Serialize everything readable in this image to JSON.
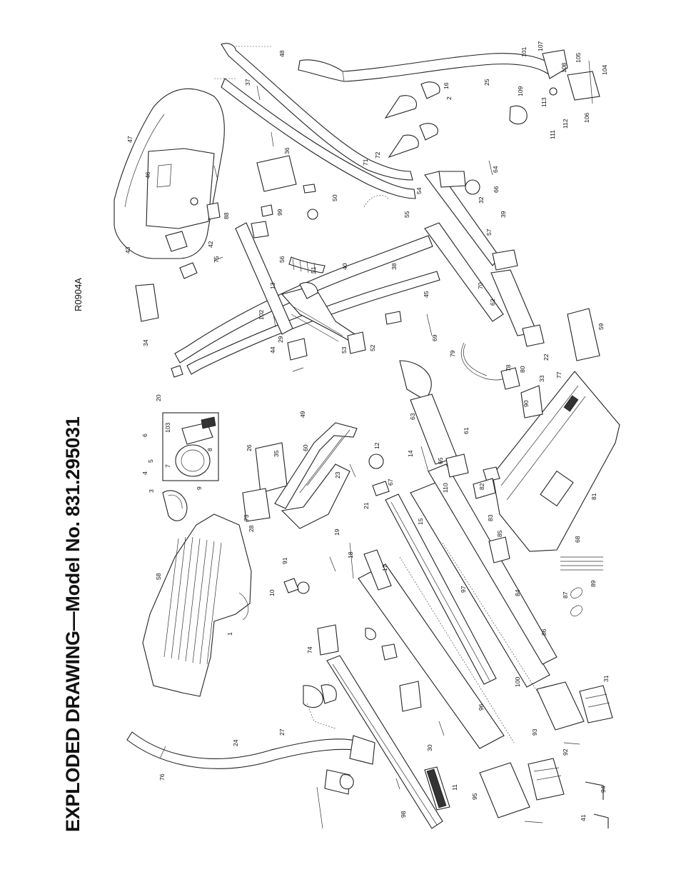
{
  "header": {
    "title": "EXPLODED DRAWING—Model No. 831.295031",
    "code": "R0904A"
  },
  "callouts": [
    "1",
    "2",
    "3",
    "4",
    "5",
    "6",
    "7",
    "8",
    "9",
    "10",
    "11",
    "12",
    "13",
    "14",
    "15",
    "16",
    "17",
    "18",
    "19",
    "20",
    "21",
    "22",
    "23",
    "24",
    "25",
    "26",
    "27",
    "28",
    "29",
    "30",
    "31",
    "32",
    "33",
    "34",
    "35",
    "36",
    "37",
    "38",
    "39",
    "40",
    "41",
    "42",
    "43",
    "44",
    "45",
    "46",
    "47",
    "48",
    "49",
    "50",
    "51",
    "52",
    "53",
    "54",
    "55",
    "56",
    "57",
    "58",
    "59",
    "60",
    "61",
    "62",
    "63",
    "64",
    "65",
    "66",
    "67",
    "68",
    "69",
    "70",
    "71",
    "72",
    "73",
    "74",
    "75",
    "76",
    "77",
    "78",
    "79",
    "80",
    "81",
    "82",
    "83",
    "84",
    "85",
    "86",
    "87",
    "88",
    "89",
    "90",
    "91",
    "92",
    "93",
    "94",
    "95",
    "96",
    "97",
    "98",
    "99",
    "100",
    "101",
    "102",
    "103",
    "104",
    "105",
    "106",
    "107",
    "108",
    "109",
    "110",
    "111",
    "112",
    "113"
  ]
}
